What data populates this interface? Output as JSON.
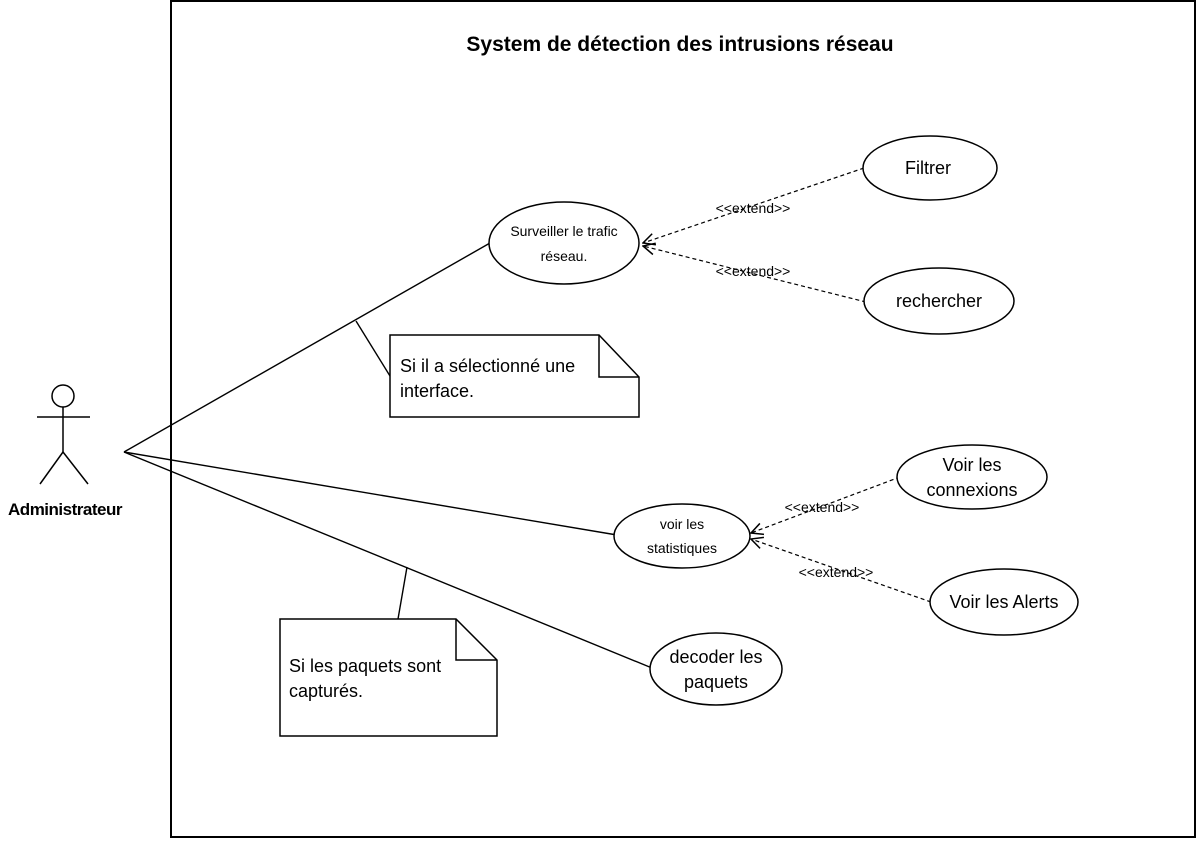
{
  "diagram": {
    "title": "System de détection des intrusions réseau",
    "actor": {
      "label": "Administrateur"
    },
    "use_cases": {
      "surveiller": [
        "Surveiller le trafic",
        "réseau."
      ],
      "filtrer": [
        "Filtrer"
      ],
      "rechercher": [
        "rechercher"
      ],
      "statistiques": [
        "voir les",
        "statistiques"
      ],
      "connexions": [
        "Voir les",
        "connexions"
      ],
      "alerts": [
        "Voir les Alerts"
      ],
      "decoder": [
        "decoder les",
        "paquets"
      ]
    },
    "extend_label": "<<extend>>",
    "notes": {
      "interface": [
        "Si il a sélectionné une",
        "interface."
      ],
      "paquets": [
        "Si les paquets sont",
        "capturés."
      ]
    }
  }
}
